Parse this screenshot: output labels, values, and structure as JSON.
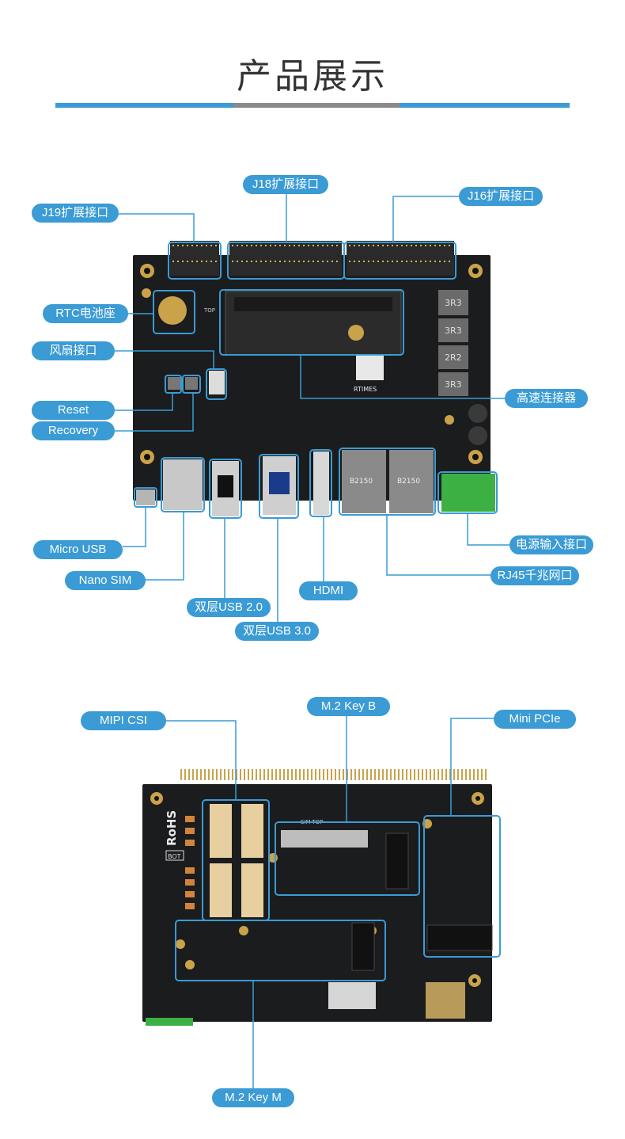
{
  "title": "产品展示",
  "colors": {
    "accent": "#3a9bd5",
    "divider_mid": "#8a8a8a",
    "board": "#1b1c1e"
  },
  "top_view": {
    "labels": {
      "j19": "J19扩展接口",
      "j18": "J18扩展接口",
      "j16": "J16扩展接口",
      "rtc": "RTC电池座",
      "fan": "风扇接口",
      "reset": "Reset",
      "recovery": "Recovery",
      "hs_connector": "高速连接器",
      "micro_usb": "Micro USB",
      "nano_sim": "Nano SIM",
      "usb2": "双层USB 2.0",
      "usb3": "双层USB 3.0",
      "hdmi": "HDMI",
      "rj45": "RJ45千兆网口",
      "power": "电源输入接口"
    },
    "board_text": {
      "brand": "RTIMES",
      "inductors": [
        "3R3",
        "3R3",
        "2R2",
        "3R3"
      ],
      "eth_chip": "B2150",
      "top_marker": "TOP"
    }
  },
  "bottom_view": {
    "labels": {
      "mipi": "MIPI CSI",
      "m2b": "M.2  Key B",
      "pcie": "Mini PCIe",
      "m2m": "M.2 Key M"
    },
    "board_text": {
      "rohs": "RoHS",
      "bot_marker": "BOT",
      "sim_marker": "SIM-TOP-"
    }
  }
}
